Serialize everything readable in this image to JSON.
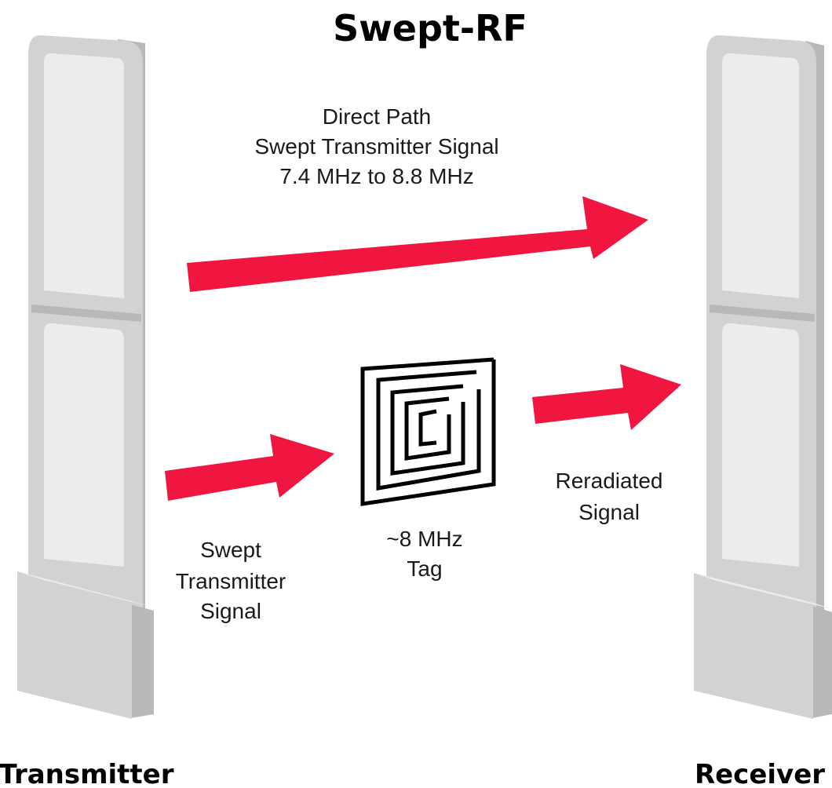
{
  "title": "Swept-RF",
  "colors": {
    "arrow": "#f0163f",
    "antenna_light": "#ececec",
    "antenna_mid": "#d2d2d2",
    "antenna_dark": "#b8b8b8",
    "tag_line": "#000000"
  },
  "direct_path": {
    "line1": "Direct Path",
    "line2": "Swept Transmitter Signal",
    "line3": "7.4 MHz to 8.8 MHz"
  },
  "swept_signal": {
    "line1": "Swept",
    "line2": "Transmitter",
    "line3": "Signal"
  },
  "tag": {
    "line1": "~8 MHz",
    "line2": "Tag",
    "icon": "spiral-coil-tag"
  },
  "reradiated": {
    "line1": "Reradiated",
    "line2": "Signal"
  },
  "transmitter_label": "Transmitter",
  "receiver_label": "Receiver"
}
